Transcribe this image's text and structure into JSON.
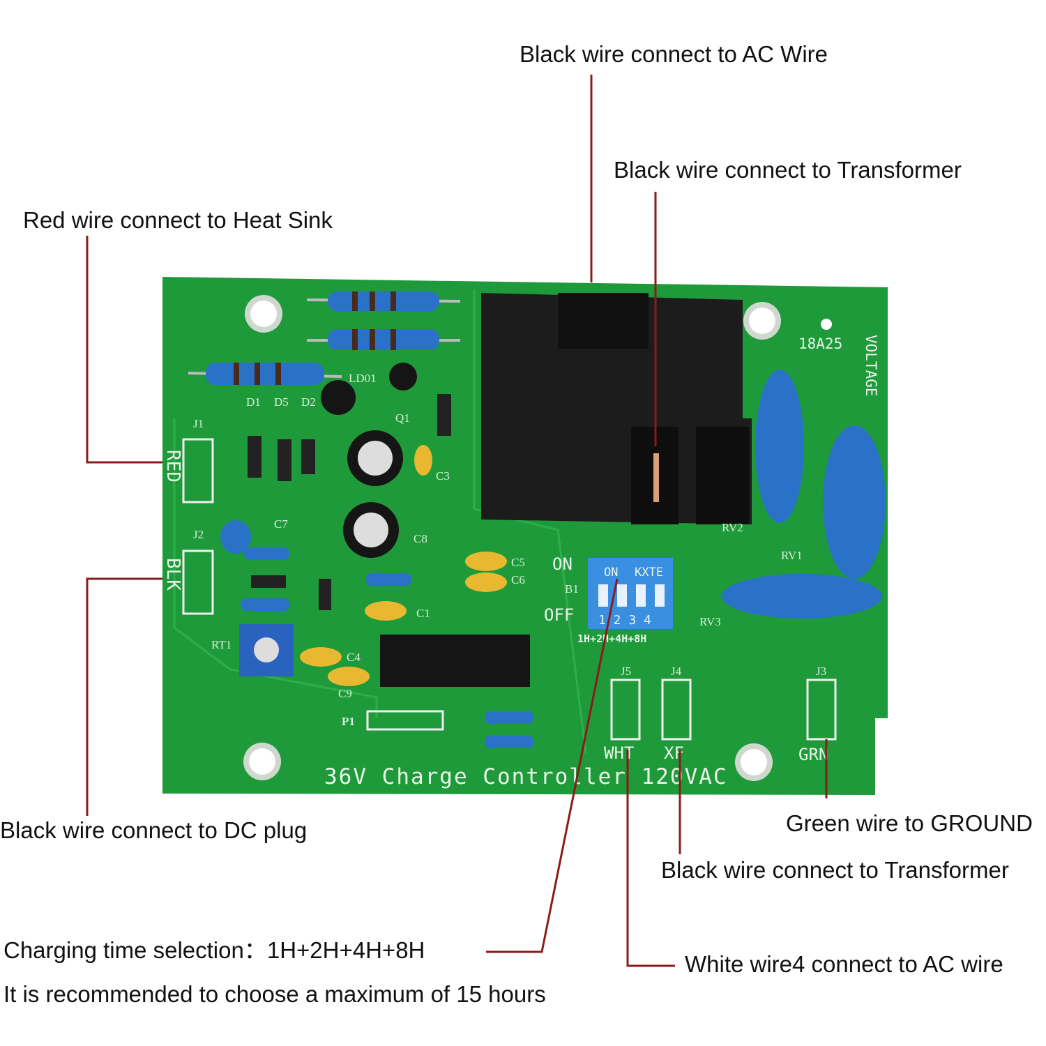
{
  "callouts": {
    "ac_wire": "Black wire connect to AC Wire",
    "transformer_top": "Black wire connect to Transformer",
    "heat_sink": "Red wire connect to Heat Sink",
    "dc_plug": "Black wire connect to DC plug",
    "ground": "Green wire to GROUND",
    "transformer_bottom": "Black wire connect to Transformer",
    "white_wire": "White wire4 connect to AC wire",
    "charging_time": "Charging time selection：1H+2H+4H+8H",
    "recommendation": "It is recommended to choose a maximum of 15 hours"
  },
  "board": {
    "title": "36V Charge Controller 120VAC",
    "code": "18A25",
    "voltage": "VOLTAGE",
    "red": "RED",
    "blk": "BLK",
    "j1": "J1",
    "j2": "J2",
    "j3": "J3",
    "j4": "J4",
    "j5": "J5",
    "wht": "WHT",
    "xf": "XF",
    "grn": "GRN",
    "dip_on": "ON",
    "dip_off": "OFF",
    "b1": "B1",
    "dip_brand": "KXTE",
    "dip_on_small": "ON",
    "dip_numbers": "1 2 3 4",
    "dip_times": "1H+2H+4H+8H",
    "rt1": "RT1",
    "p1": "P1",
    "ld01": "LD01",
    "q1": "Q1",
    "d1": "D1",
    "d5": "D5",
    "d2": "D2",
    "c1": "C1",
    "c3": "C3",
    "c4": "C4",
    "c5": "C5",
    "c6": "C6",
    "c7": "C7",
    "c8": "C8",
    "c9": "C9",
    "rv1": "RV1",
    "rv2": "RV2",
    "rv3": "RV3"
  },
  "colors": {
    "pcb": "#1f9a3a",
    "callout_line": "#8b1b1b",
    "component_blue": "#2a72c8",
    "relay": "#1c1c1c"
  }
}
